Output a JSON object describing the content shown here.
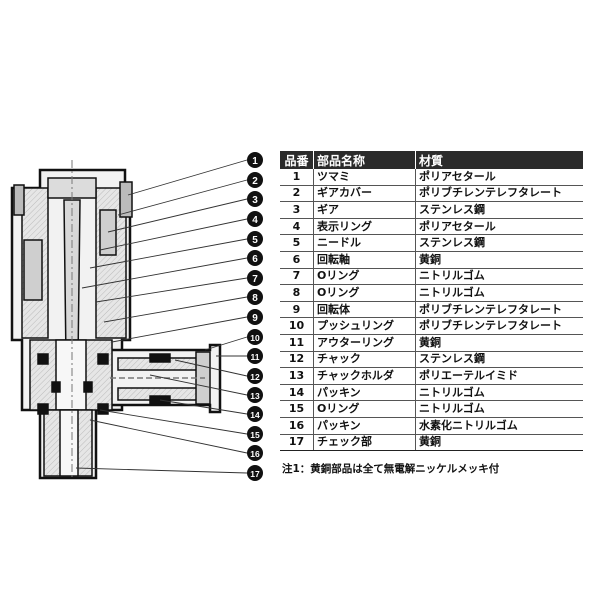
{
  "callouts": [
    "1",
    "2",
    "3",
    "4",
    "5",
    "6",
    "7",
    "8",
    "9",
    "10",
    "11",
    "12",
    "13",
    "14",
    "15",
    "16",
    "17"
  ],
  "table": {
    "headers": [
      "品番",
      "部品名称",
      "材質"
    ],
    "rows": [
      [
        "1",
        "ツマミ",
        "ポリアセタール"
      ],
      [
        "2",
        "ギアカバー",
        "ポリブチレンテレフタレート"
      ],
      [
        "3",
        "ギア",
        "ステンレス鋼"
      ],
      [
        "4",
        "表示リング",
        "ポリアセタール"
      ],
      [
        "5",
        "ニードル",
        "ステンレス鋼"
      ],
      [
        "6",
        "回転軸",
        "黄銅"
      ],
      [
        "7",
        "Oリング",
        "ニトリルゴム"
      ],
      [
        "8",
        "Oリング",
        "ニトリルゴム"
      ],
      [
        "9",
        "回転体",
        "ポリブチレンテレフタレート"
      ],
      [
        "10",
        "プッシュリング",
        "ポリブチレンテレフタレート"
      ],
      [
        "11",
        "アウターリング",
        "黄銅"
      ],
      [
        "12",
        "チャック",
        "ステンレス鋼"
      ],
      [
        "13",
        "チャックホルダ",
        "ポリエーテルイミド"
      ],
      [
        "14",
        "パッキン",
        "ニトリルゴム"
      ],
      [
        "15",
        "Oリング",
        "ニトリルゴム"
      ],
      [
        "16",
        "パッキン",
        "水素化ニトリルゴム"
      ],
      [
        "17",
        "チェック部",
        "黄銅"
      ]
    ]
  },
  "footnote": "注1：黄銅部品は全て無電解ニッケルメッキ付"
}
